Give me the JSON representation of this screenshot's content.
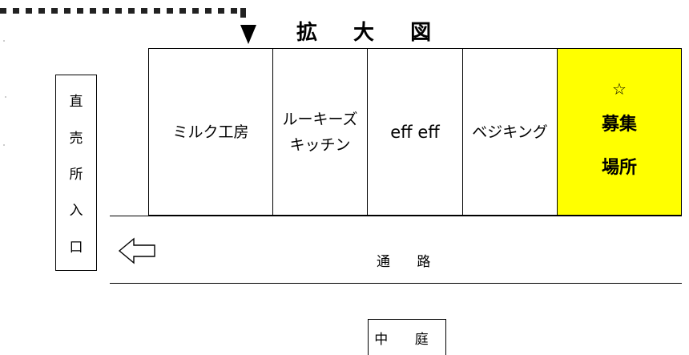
{
  "title": "拡 大 図",
  "stalls": [
    {
      "label": "ミルク工房"
    },
    {
      "label": "ルーキーズ\nキッチン"
    },
    {
      "label": "eff eff"
    },
    {
      "label": "ベジキング"
    },
    {
      "star": "☆",
      "label": "募集\n場所"
    }
  ],
  "entrance": {
    "chars": [
      "直",
      "売",
      "所",
      "入",
      "口"
    ]
  },
  "path_label": "通 路",
  "courtyard_label": "中 庭",
  "colors": {
    "highlight": "#ffff00"
  },
  "icons": {
    "arrow_down": "down-arrow-icon",
    "arrow_left": "left-arrow-icon"
  }
}
